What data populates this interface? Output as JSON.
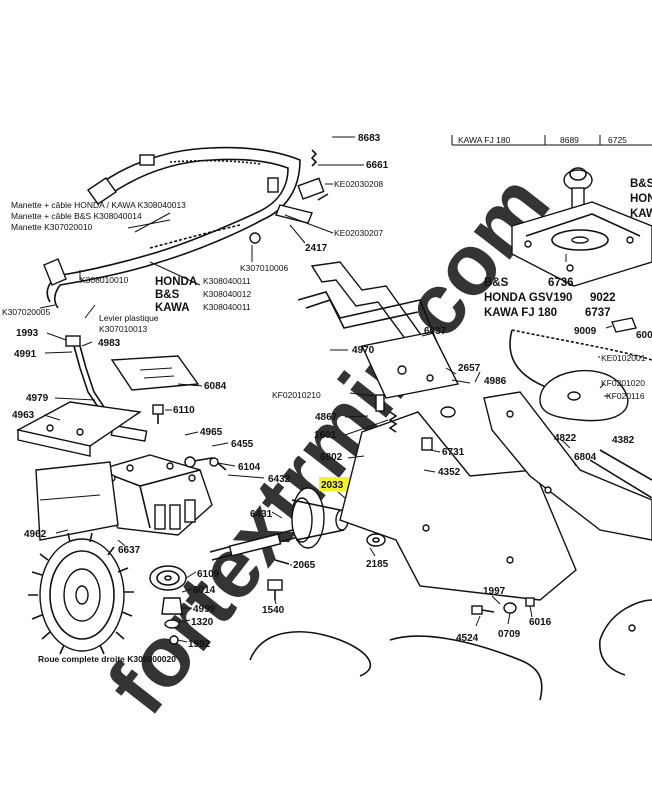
{
  "labels": {
    "p6661": "6661",
    "pKE02030208": "KE02030208",
    "pManetteHonda": "Manette + câble HONDA / KAWA K308040013",
    "pManetteBS": "Manette + câble B&S K308040014",
    "pManette": "Manette K307020010",
    "pKE02030207": "KE02030207",
    "p2417": "2417",
    "pK307010006": "K307010006",
    "pK308010010": "K308010010",
    "pHonda": "HONDA",
    "pHondaCode": "K308040011",
    "pBS": "B&S",
    "pBSCode": "K308040012",
    "pKawa": "KAWA",
    "pKawaCode": "K308040011",
    "pK307020005": "K307020005",
    "pLevier": "Levier plastique",
    "pLevierCode": "K307010013",
    "p1993": "1993",
    "p4983": "4983",
    "p4991": "4991",
    "p6084": "6084",
    "p4979": "4979",
    "p6110": "6110",
    "p4963": "4963",
    "p4965": "4965",
    "p6455": "6455",
    "p6104": "6104",
    "p6432": "6432",
    "p4962": "4962",
    "p6637": "6637",
    "p6431": "6431",
    "p6109": "6109",
    "p6014": "6014",
    "p4999": "4999",
    "p1320": "1320",
    "p1992": "1992",
    "pRoue": "Roue complete droite K309000020",
    "p2065": "2065",
    "p1540": "1540",
    "p2033": "2033",
    "p2185": "2185",
    "p4970": "4970",
    "p6037": "6037",
    "p2657": "2657",
    "p4986": "4986",
    "pKF02010210": "KF02010210",
    "p4867": "4867",
    "p1601": "1601",
    "p6731": "6731",
    "p6802": "6802",
    "p4352": "4352",
    "p1997": "1997",
    "p4524": "4524",
    "p0709": "0709",
    "p6016": "6016",
    "pBSEng": "B&S",
    "pBSEngCode": "6736",
    "pHondaEng": "HONDA GSV190",
    "pHondaEngCode": "9022",
    "pKawaEng": "KAWA FJ 180",
    "pKawaEngCode": "6737",
    "p9009": "9009",
    "p4822": "4822",
    "p6804": "6804",
    "p4382": "4382",
    "pKE0102001": "KE0102001",
    "pKF0201020": "KF0201020",
    "pKF020116": "KF020116",
    "p600": "600",
    "pBSr": "B&S",
    "pHONr": "HON",
    "pKAWr": "KAW",
    "pTopLeftCut": "8683",
    "pTopRightCut1": "KAWA FJ 180",
    "pTopRightCut2": "8689",
    "pTopRightCut3": "6725"
  },
  "watermark": "fortextrmin.com",
  "colors": {
    "highlight": "#f5f22a",
    "watermarkGreen": "#c9e6a3",
    "watermarkGrey": "#cfcfc4"
  }
}
